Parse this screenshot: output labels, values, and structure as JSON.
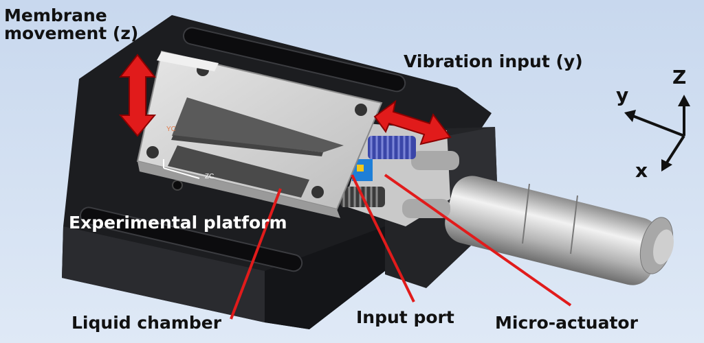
{
  "labels": {
    "membrane": "Membrane\nmovement (z)",
    "vibration": "Vibration input (y)",
    "platform": "Experimental platform",
    "liquid_chamber": "Liquid chamber",
    "input_port": "Input port",
    "micro_actuator": "Micro-actuator"
  },
  "axes": {
    "z": "Z",
    "y": "y",
    "x": "x"
  },
  "cad_tags": {
    "yc": "YC",
    "zc": "ZC"
  },
  "colors": {
    "background": "#d0dff2",
    "base": "#222326",
    "platform": "#d2d2d2",
    "arrow": "#e11b1b",
    "spring": "#3a46a8"
  }
}
